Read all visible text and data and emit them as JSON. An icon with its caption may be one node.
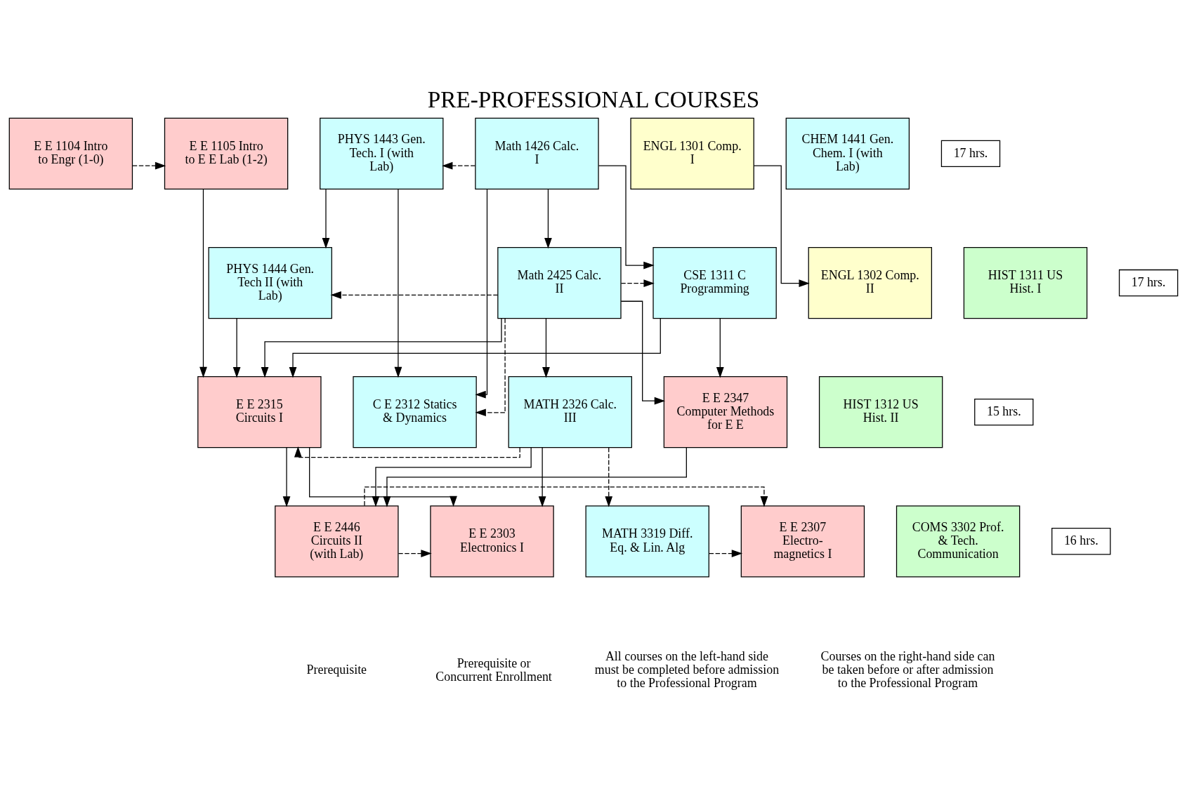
{
  "diagram": {
    "title": "PRE-PROFESSIONAL COURSES",
    "nodes": [
      {
        "text": [
          "E E 1104 Intro to Engr (1-0)"
        ]
      },
      {
        "text": [
          "E E 1105 Intro to E E Lab (1-2)"
        ]
      },
      {
        "text": [
          "PHYS 1443 Gen. Tech. I (with Lab)"
        ]
      },
      {
        "text": [
          "Math 1426 Calc. I"
        ]
      },
      {
        "text": [
          "ENGL 1301 Comp. I"
        ]
      },
      {
        "text": [
          "CHEM 1441 Gen. Chem. I (with Lab)"
        ]
      },
      {
        "text": [
          "17 hrs."
        ]
      },
      {
        "text": [
          "CSE 1311 C Programming"
        ]
      },
      {
        "text": [
          "PHYS 1444 Gen. Tech II (with Lab)"
        ]
      },
      {
        "text": [
          "Math 2425 Calc. II"
        ]
      },
      {
        "text": [
          "ENGL 1302 Comp. II"
        ]
      },
      {
        "text": [
          "HIST 1311 US Hist. I"
        ]
      },
      {
        "text": [
          "17 hrs."
        ]
      },
      {
        "text": [
          "E E 2315 Circuits I"
        ]
      },
      {
        "text": [
          "C E 2312 Statics & Dynamics"
        ]
      },
      {
        "text": [
          "MATH 2326 Calc. III"
        ]
      },
      {
        "text": [
          "E E 2347 Computer Methods for E E"
        ]
      },
      {
        "text": [
          "HIST 1312 US Hist. II"
        ]
      },
      {
        "text": [
          "15 hrs."
        ]
      },
      {
        "text": [
          "E E 2446 Circuits II (with Lab)"
        ]
      },
      {
        "text": [
          "E E 2303 Electronics I"
        ]
      },
      {
        "text": [
          "MATH 3319 Diff. Eq. & Lin. Alg"
        ]
      },
      {
        "text": [
          "E E 2307 Electro- magnetics I"
        ]
      },
      {
        "text": [
          "COMS 3302 Prof. & Tech. Communication"
        ]
      },
      {
        "text": [
          "16 hrs."
        ]
      }
    ],
    "edges": [
      {
        "from": 0,
        "to": 1,
        "arrow": "to",
        "style": "dashed"
      },
      {
        "from": 3,
        "to": 2,
        "arrow": "to",
        "style": "dashed"
      },
      {
        "from": 4,
        "to": 10,
        "arrow": "to"
      },
      {
        "from": 3,
        "to": 7,
        "arrow": "to"
      },
      {
        "from": 3,
        "to": 9,
        "arrow": "to"
      },
      {
        "from": 2,
        "to": 8,
        "arrow": "to"
      },
      {
        "from": 2,
        "to": 14,
        "arrow": "to"
      },
      {
        "from": 3,
        "to": 14,
        "arrow": "to"
      },
      {
        "from": 1,
        "to": 13,
        "arrow": "to"
      },
      {
        "from": 9,
        "to": 7,
        "arrow": "to",
        "style": "dashed"
      },
      {
        "from": 9,
        "to": 8,
        "arrow": "to",
        "style": "dashed"
      },
      {
        "from": 7,
        "to": 13,
        "arrow": "to"
      },
      {
        "from": 8,
        "to": 13,
        "arrow": "to"
      },
      {
        "from": 9,
        "to": 13,
        "arrow": "to"
      },
      {
        "from": 7,
        "to": 16,
        "arrow": "to"
      },
      {
        "from": 9,
        "to": 16,
        "arrow": "to"
      },
      {
        "from": 9,
        "to": 14,
        "arrow": "to",
        "style": "dashed"
      },
      {
        "from": 9,
        "to": 15,
        "arrow": "to"
      },
      {
        "from": 15,
        "to": 13,
        "arrow": "to",
        "style": "dashed"
      },
      {
        "from": 13,
        "to": 19,
        "arrow": "to"
      },
      {
        "from": 13,
        "to": 20,
        "arrow": "to"
      },
      {
        "from": 15,
        "to": 19,
        "arrow": "to"
      },
      {
        "from": 15,
        "to": 20,
        "arrow": "to"
      },
      {
        "from": 15,
        "to": 21,
        "arrow": "to",
        "style": "dashed"
      },
      {
        "from": 16,
        "to": 19,
        "arrow": "to"
      },
      {
        "from": 19,
        "to": 22,
        "arrow": "to",
        "style": "dashed"
      },
      {
        "from": 19,
        "to": 20,
        "arrow": "to",
        "style": "dashed"
      },
      {
        "from": 21,
        "to": 22,
        "arrow": "to",
        "style": "dashed"
      }
    ],
    "labels": [
      "All courses on the left-hand side must be completed before admission to the Professional Program",
      "Courses on the right-hand side can be taken before or after admission to the Professional Program"
    ],
    "legend": [
      {
        "text": "Prerequisite"
      },
      {
        "text": "Prerequisite or Concurrent Enrollment"
      }
    ]
  }
}
